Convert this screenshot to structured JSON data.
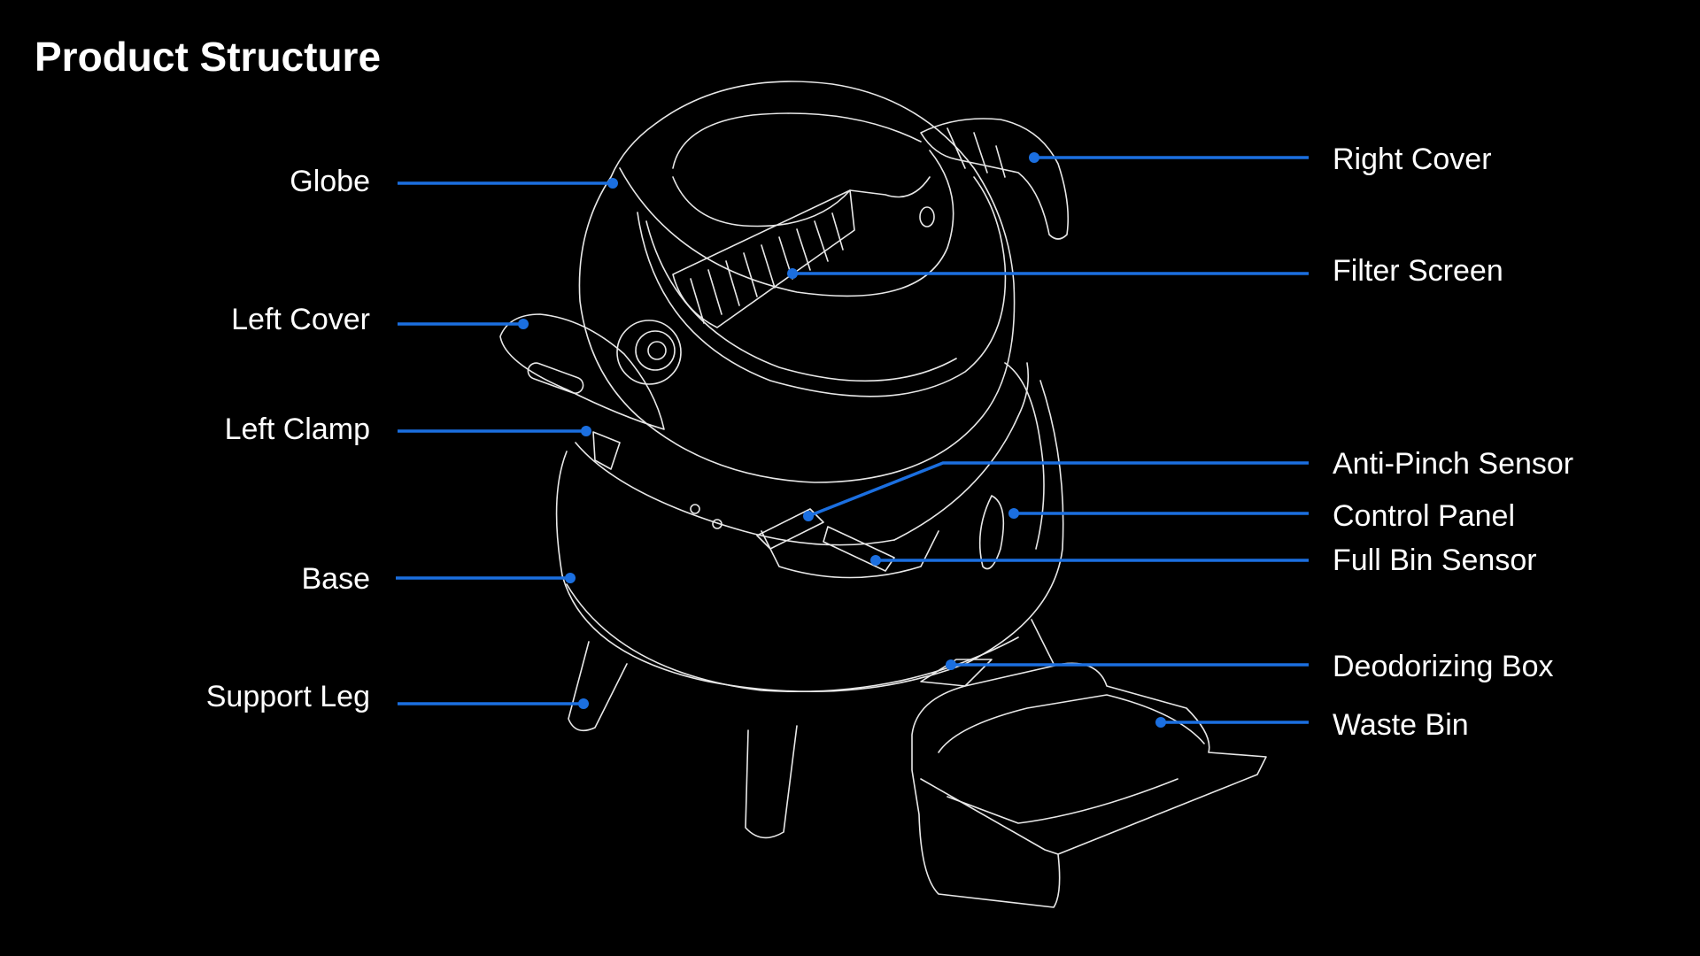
{
  "title": "Product Structure",
  "accent_color": "#1b6fe0",
  "left_labels": {
    "globe": "Globe",
    "left_cover": "Left Cover",
    "left_clamp": "Left Clamp",
    "base": "Base",
    "support_leg": "Support Leg"
  },
  "right_labels": {
    "right_cover": "Right Cover",
    "filter_screen": "Filter Screen",
    "anti_pinch_sensor": "Anti-Pinch Sensor",
    "control_panel": "Control Panel",
    "full_bin_sensor": "Full Bin Sensor",
    "deodorizing_box": "Deodorizing Box",
    "waste_bin": "Waste Bin"
  }
}
